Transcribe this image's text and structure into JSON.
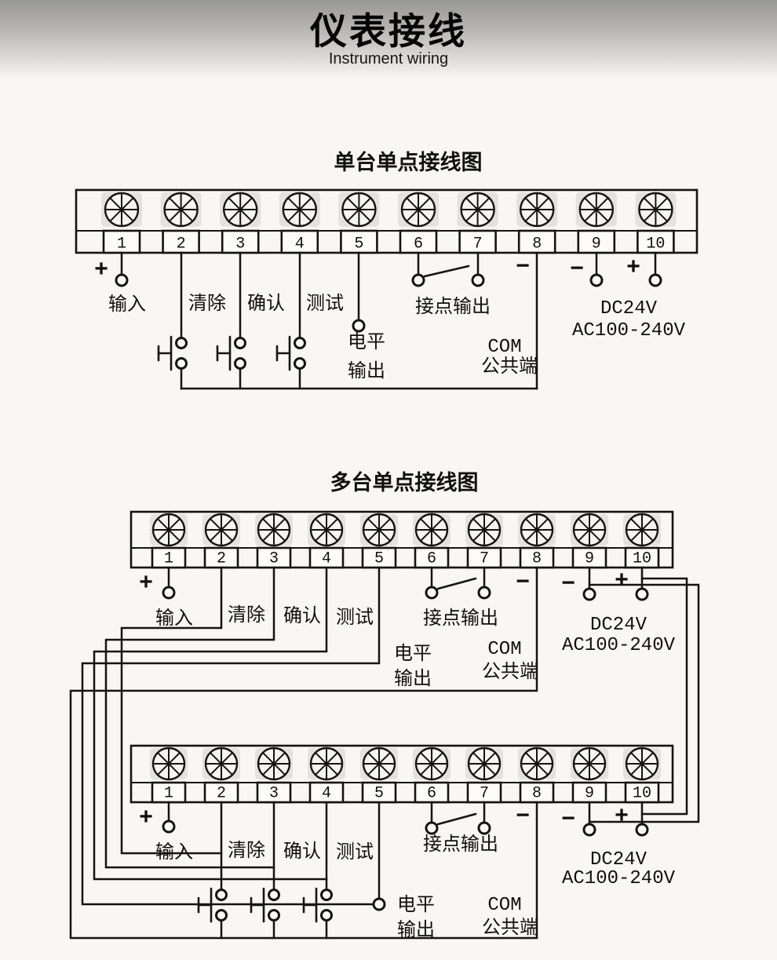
{
  "header": {
    "title": "仪表接线",
    "subtitle": "Instrument wiring"
  },
  "terminals": [
    "1",
    "2",
    "3",
    "4",
    "5",
    "6",
    "7",
    "8",
    "9",
    "10"
  ],
  "labels": {
    "plus": "+",
    "minus": "−",
    "input": "输入",
    "clear": "清除",
    "confirm": "确认",
    "test": "测试",
    "level_line1": "电平",
    "level_line2": "输出",
    "contact_output": "接点输出",
    "com": "COM",
    "common": "公共端",
    "dc": "DC24V",
    "ac": "AC100-240V"
  },
  "diagram_single": {
    "title": "单台单点接线图"
  },
  "diagram_multi": {
    "title": "多台单点接线图"
  }
}
